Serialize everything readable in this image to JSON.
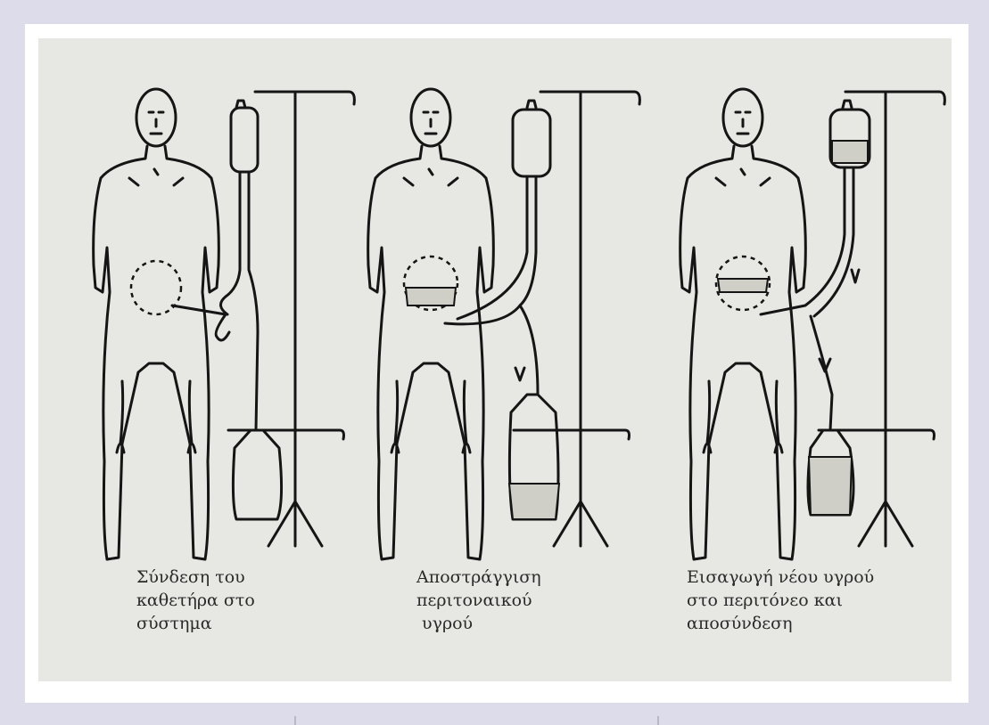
{
  "colors": {
    "background": "#dcdcea",
    "panel": "#e7e8e3",
    "ink": "#151515"
  },
  "steps": [
    {
      "caption_lines": [
        "Σύνδεση του",
        "καθετήρα στο",
        "σύστημα"
      ],
      "figure_icon": "patient-connected-to-system-icon"
    },
    {
      "caption_lines": [
        "Αποστράγγιση",
        "περιτοναικού",
        " υγρού"
      ],
      "figure_icon": "peritoneal-drainage-icon"
    },
    {
      "caption_lines": [
        "Εισαγωγή νέου υγρού",
        "στο περιτόνεο και",
        "αποσύνδεση"
      ],
      "figure_icon": "fluid-inflow-and-disconnection-icon"
    }
  ]
}
